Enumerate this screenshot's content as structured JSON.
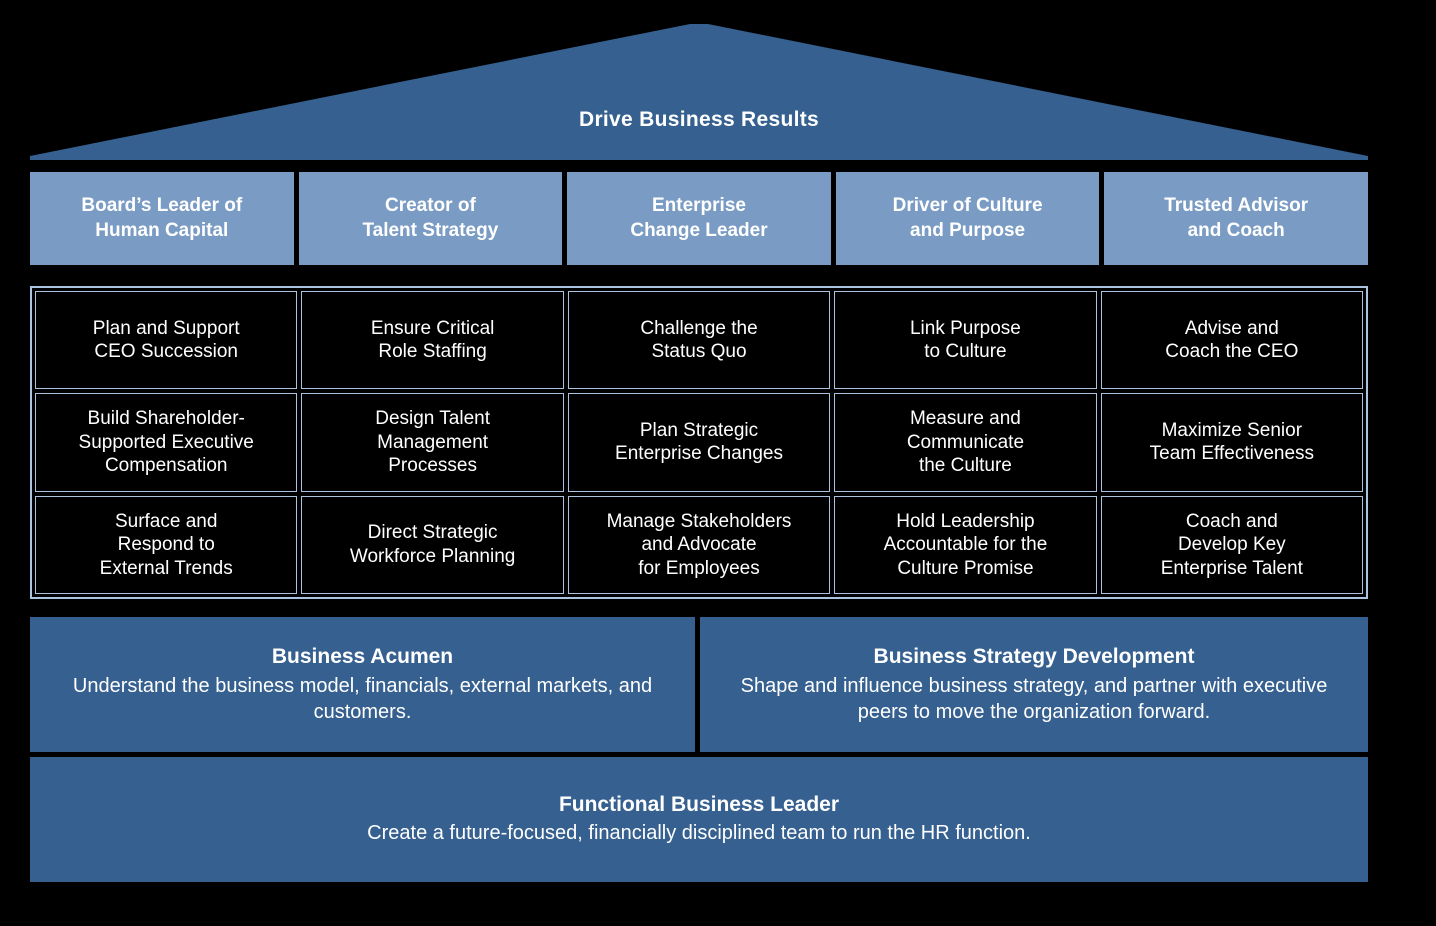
{
  "roof": {
    "label": "Drive Business Results",
    "fill_color": "#35608f"
  },
  "colors": {
    "roof_blue": "#35608f",
    "header_blue": "#7a9cc4",
    "base_blue": "#35608f",
    "cell_border": "#a9c3e0",
    "cell_fill": "#000000",
    "text": "#ffffff",
    "background": "#000000"
  },
  "columns": [
    {
      "header": "Board’s Leader of\nHuman Capital"
    },
    {
      "header": "Creator of\nTalent Strategy"
    },
    {
      "header": "Enterprise\nChange Leader"
    },
    {
      "header": "Driver of Culture\nand Purpose"
    },
    {
      "header": "Trusted Advisor\nand Coach"
    }
  ],
  "headers": [
    {
      "line1": "Board’s Leader of",
      "line2": "Human Capital"
    },
    {
      "line1": "Creator of",
      "line2": "Talent Strategy"
    },
    {
      "line1": "Enterprise",
      "line2": "Change Leader"
    },
    {
      "line1": "Driver of Culture",
      "line2": "and Purpose"
    },
    {
      "line1": "Trusted Advisor",
      "line2": "and Coach"
    }
  ],
  "grid": {
    "rows": [
      [
        {
          "lines": [
            "Plan and Support",
            "CEO Succession"
          ]
        },
        {
          "lines": [
            "Ensure Critical",
            "Role Staffing"
          ]
        },
        {
          "lines": [
            "Challenge the",
            "Status Quo"
          ]
        },
        {
          "lines": [
            "Link Purpose",
            "to Culture"
          ]
        },
        {
          "lines": [
            "Advise and",
            "Coach the CEO"
          ]
        }
      ],
      [
        {
          "lines": [
            "Build Shareholder-",
            "Supported Executive",
            "Compensation"
          ]
        },
        {
          "lines": [
            "Design Talent",
            "Management",
            "Processes"
          ]
        },
        {
          "lines": [
            "Plan Strategic",
            "Enterprise Changes"
          ]
        },
        {
          "lines": [
            "Measure and",
            "Communicate",
            "the Culture"
          ]
        },
        {
          "lines": [
            "Maximize Senior",
            "Team Effectiveness"
          ]
        }
      ],
      [
        {
          "lines": [
            "Surface and",
            "Respond to",
            "External Trends"
          ]
        },
        {
          "lines": [
            "Direct Strategic",
            "Workforce Planning"
          ]
        },
        {
          "lines": [
            "Manage Stakeholders",
            "and Advocate",
            "for Employees"
          ]
        },
        {
          "lines": [
            "Hold Leadership",
            "Accountable for the",
            "Culture Promise"
          ]
        },
        {
          "lines": [
            "Coach and",
            "Develop Key",
            "Enterprise Talent"
          ]
        }
      ]
    ]
  },
  "base": {
    "left": {
      "title": "Business Acumen",
      "description": "Understand the business model, financials, external markets, and customers."
    },
    "right": {
      "title": "Business Strategy Development",
      "description": "Shape and influence business strategy, and partner with executive peers to move the organization forward."
    }
  },
  "footer": {
    "title": "Functional Business Leader",
    "description": "Create a future-focused, financially disciplined team to run the HR function."
  }
}
